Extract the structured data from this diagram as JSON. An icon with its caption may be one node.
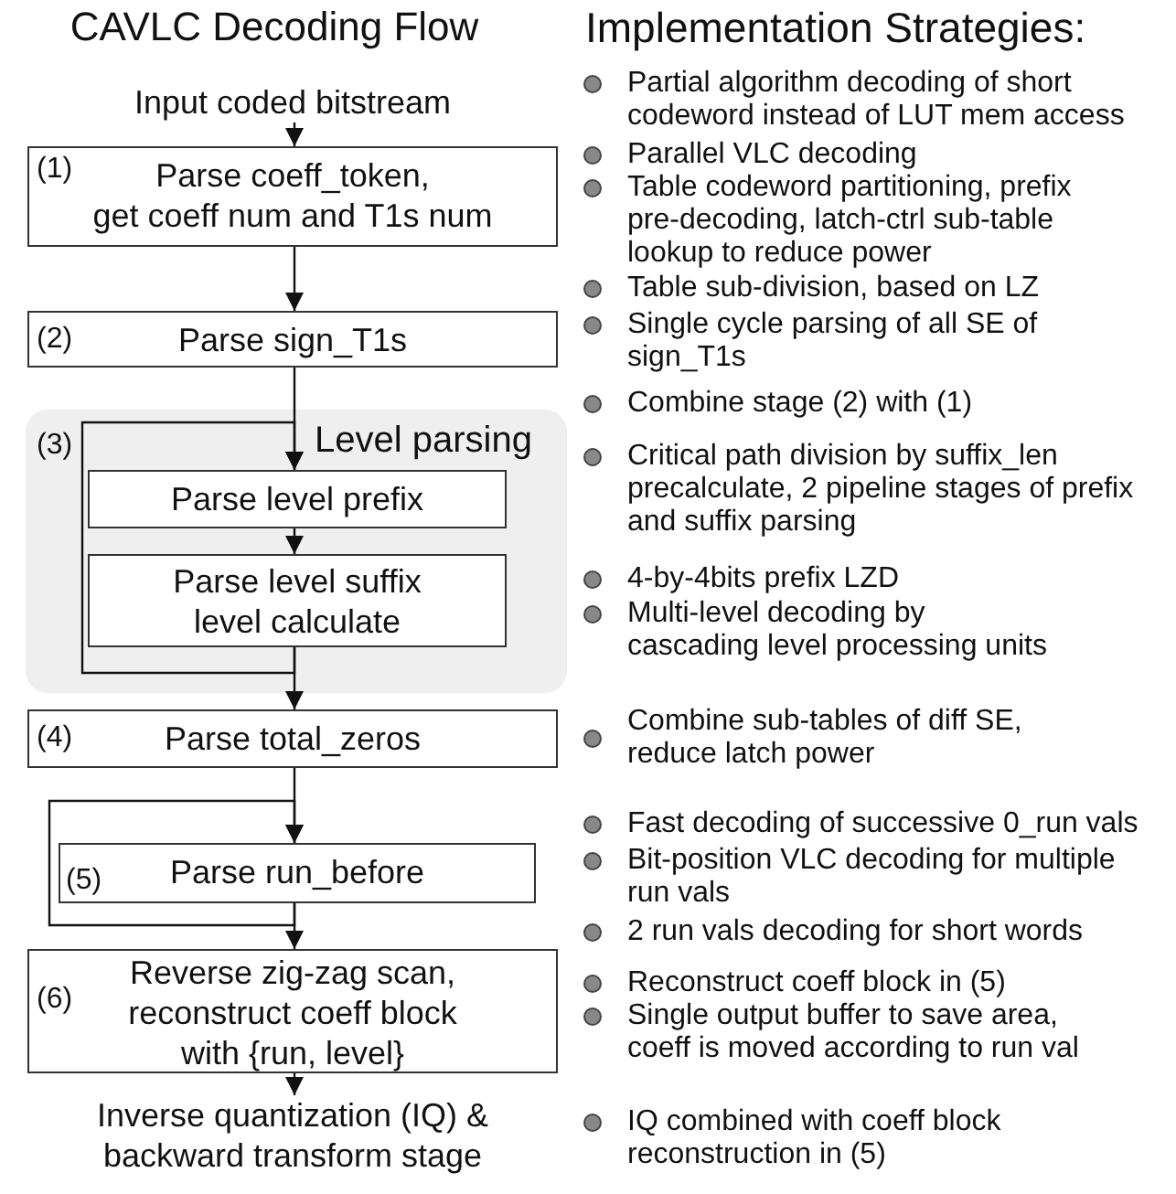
{
  "diagram": {
    "title": "CAVLC Decoding Flow",
    "nodes": [
      {
        "text": [
          "Input coded bitstream"
        ]
      },
      {
        "text": [
          "(1)",
          "Parse coeff_token, get coeff num and T1s num"
        ]
      },
      {
        "text": [
          "(2)",
          "Parse sign_T1s"
        ]
      },
      {
        "text": [
          "(3)",
          "Level parsing"
        ]
      },
      {
        "text": [
          "Parse level prefix"
        ],
        "in": 3
      },
      {
        "text": [
          "Parse level suffix level calculate"
        ],
        "in": 3
      },
      {
        "text": [
          "(4)",
          "Parse total_zeros"
        ]
      },
      {
        "text": [
          "(5)",
          "Parse run_before"
        ]
      },
      {
        "text": [
          "(6)",
          "Reverse zig-zag scan, reconstruct coeff block with {run, level}"
        ]
      },
      {
        "text": [
          "Inverse quantization (IQ) & backward transform stage"
        ]
      }
    ],
    "edges": [
      {
        "from": 0,
        "to": 1,
        "arrow": "to"
      },
      {
        "from": 1,
        "to": 2,
        "arrow": "to"
      },
      {
        "from": 2,
        "to": 4,
        "arrow": "to"
      },
      {
        "from": 4,
        "to": 5,
        "arrow": "to"
      },
      {
        "from": 5,
        "to": 4,
        "arrow": "to"
      },
      {
        "from": 5,
        "to": 6,
        "arrow": "to"
      },
      {
        "from": 6,
        "to": 7,
        "arrow": "to"
      },
      {
        "from": 7,
        "to": 7,
        "arrow": "to"
      },
      {
        "from": 7,
        "to": 8,
        "arrow": "to"
      },
      {
        "from": 8,
        "to": 9,
        "arrow": "to"
      }
    ],
    "labels": [
      "Implementation Strategies:",
      "Partial algorithm decoding of short codeword instead of LUT mem access",
      "Parallel VLC decoding",
      "Table codeword partitioning, prefix pre-decoding, latch-ctrl sub-table lookup to reduce power",
      "Table sub-division, based on LZ",
      "Single cycle parsing of all SE of sign_T1s",
      "Combine stage (2) with (1)",
      "Critical path division by suffix_len precalculate, 2 pipeline stages of prefix and suffix parsing",
      "4-by-4bits prefix LZD",
      "Multi-level decoding by cascading level processing units",
      "Combine sub-tables of diff SE, reduce latch power",
      "Fast decoding of successive 0_run vals",
      "Bit-position VLC decoding for multiple run vals",
      "2 run vals decoding for short words",
      "Reconstruct coeff block in (5)",
      "Single output buffer to save area, coeff is moved according to run val",
      "IQ combined with coeff block reconstruction in (5)"
    ]
  }
}
